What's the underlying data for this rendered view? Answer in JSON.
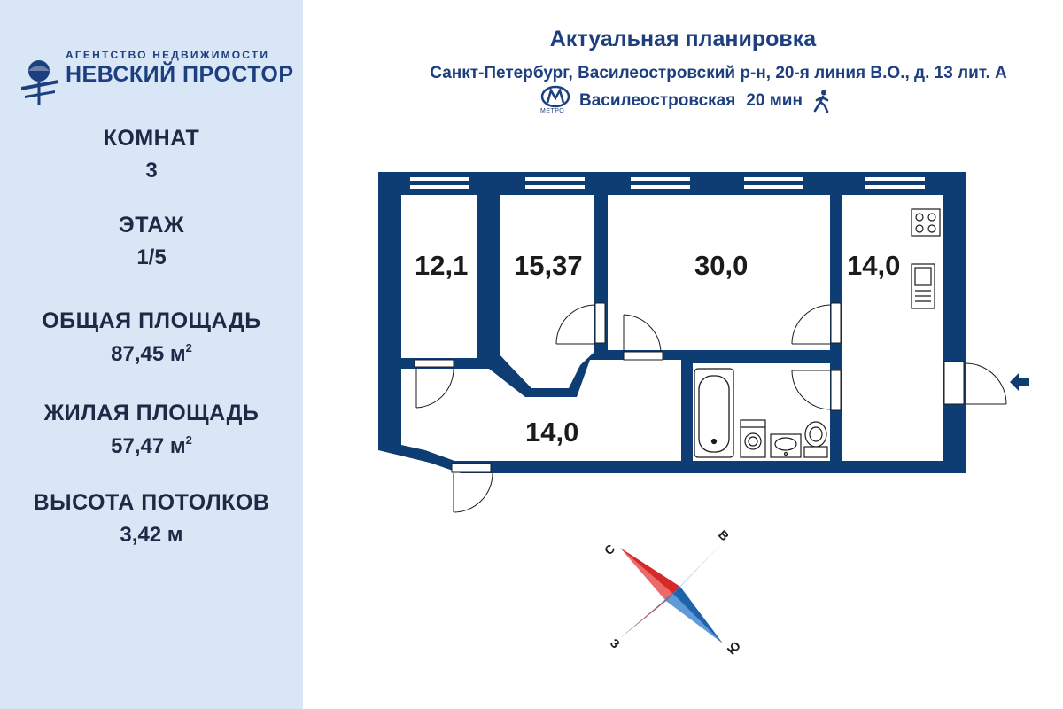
{
  "agency": {
    "top_line": "АГЕНТСТВО НЕДВИЖИМОСТИ",
    "name": "НЕВСКИЙ ПРОСТОР"
  },
  "stats": [
    {
      "label": "КОМНАТ",
      "value": "3",
      "unit": ""
    },
    {
      "label": "ЭТАЖ",
      "value": "1/5",
      "unit": ""
    },
    {
      "label": "ОБЩАЯ ПЛОЩАДЬ",
      "value": "87,45 м",
      "unit": "2"
    },
    {
      "label": "ЖИЛАЯ ПЛОЩАДЬ",
      "value": "57,47 м",
      "unit": "2"
    },
    {
      "label": "ВЫСОТА ПОТОЛКОВ",
      "value": "3,42 м",
      "unit": ""
    }
  ],
  "header": {
    "title": "Актуальная планировка",
    "address": "Санкт-Петербург, Василеостровский р-н, 20-я линия В.О., д. 13 лит. А"
  },
  "metro": {
    "caption": "МЕТРО",
    "station": "Василеостровская",
    "time": "20 мин",
    "walk_icon": "walking-person-icon"
  },
  "rooms": {
    "room_1": "12,1",
    "room_2": "15,37",
    "room_3": "30,0",
    "kitchen": "14,0",
    "hall": "14,0"
  },
  "compass": {
    "north": "С",
    "east": "В",
    "south": "Ю",
    "west": "З"
  },
  "colors": {
    "wall": "#0d3d73",
    "sidebar_bg": "#d9e6f6",
    "brand": "#1d3f80",
    "compass_red": "#d62a2a",
    "compass_blue": "#2f7fc9"
  }
}
